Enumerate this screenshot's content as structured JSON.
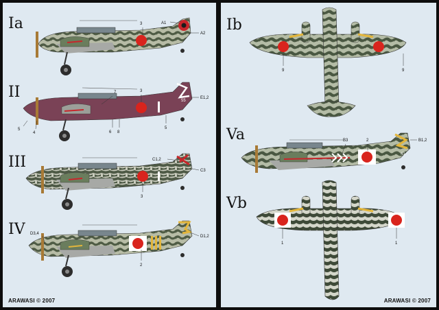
{
  "left_sheet": {
    "profiles": [
      {
        "label": "Ia",
        "callouts": [
          "3",
          "A1",
          "A2"
        ]
      },
      {
        "label": "II",
        "callouts": [
          "7",
          "3",
          "E1,2",
          "5",
          "4",
          "6",
          "8",
          "5"
        ],
        "tail_code": "55"
      },
      {
        "label": "III",
        "callouts": [
          "C1,2",
          "C3",
          "3"
        ]
      },
      {
        "label": "IV",
        "callouts": [
          "D3,4",
          "D1,2",
          "2"
        ]
      }
    ],
    "copyright": "ARAWASI © 2007"
  },
  "right_sheet": {
    "profiles": [
      {
        "label": "Ib",
        "callouts": [
          "9",
          "9"
        ]
      },
      {
        "label": "Va",
        "callouts": [
          "B3",
          "2",
          "B1,2"
        ],
        "tail_code": "41"
      },
      {
        "label": "Vb",
        "callouts": [
          "1",
          "1"
        ]
      }
    ],
    "copyright": "ARAWASI © 2007"
  },
  "colors": {
    "sheet": "#dfe9f1",
    "background": "#0d0d0d",
    "hinomaru": "#d9241d",
    "camo_green": "#55614a",
    "camo_light": "#b7bca6",
    "maroon": "#7a4256",
    "underside_grey": "#a7a9a6",
    "yellow": "#e3b63c"
  }
}
